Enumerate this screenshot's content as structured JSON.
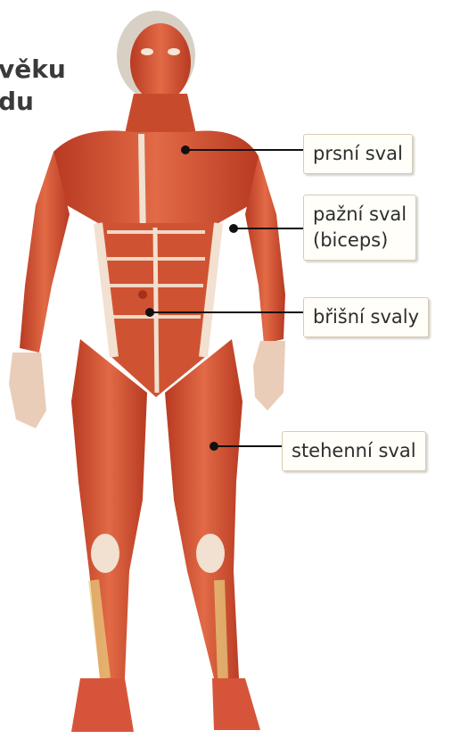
{
  "title": {
    "line1": "věku",
    "line2": "du"
  },
  "labels": {
    "prsni": {
      "text": "prsní sval"
    },
    "pazni": {
      "line1": "pažní sval",
      "line2": "(biceps)"
    },
    "brisni": {
      "text": "břišní svaly"
    },
    "stehenni": {
      "text": "stehenní sval"
    }
  },
  "colors": {
    "muscle": "#c8452a",
    "muscle_light": "#e2704c",
    "tendon": "#f2e0d0",
    "leader": "#111111"
  }
}
